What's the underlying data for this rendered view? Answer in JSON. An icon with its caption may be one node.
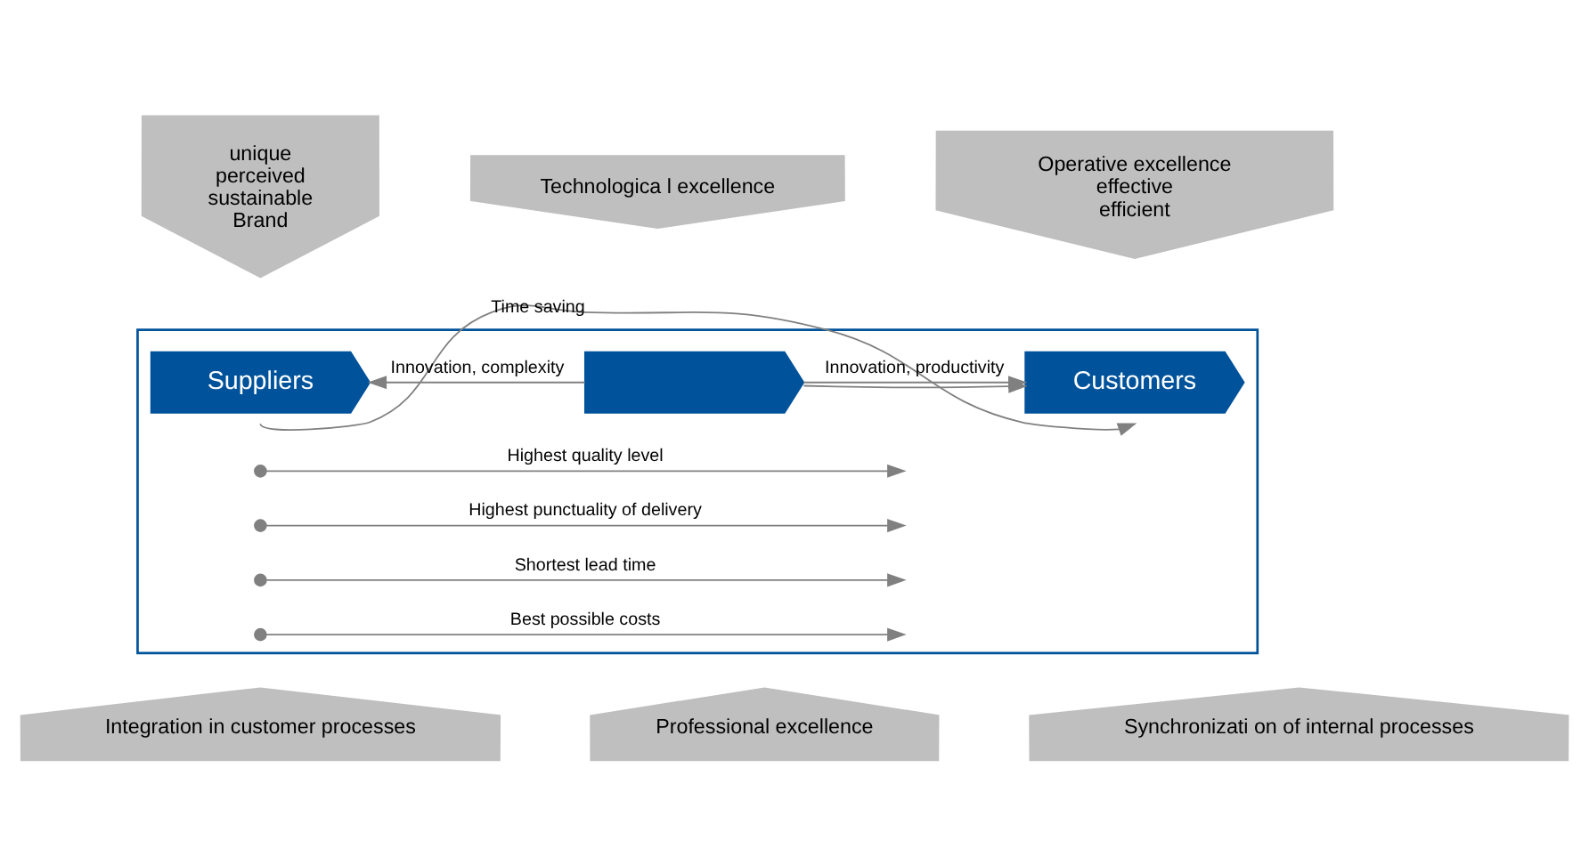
{
  "diagram": {
    "nodes": [
      {
        "text": [],
        "shape": "box"
      },
      {
        "text": [
          "unique",
          "perceived",
          "sustainable",
          "Brand"
        ]
      },
      {
        "text": [
          "Technologica l excellence"
        ]
      },
      {
        "text": [
          "Operative excellence",
          "effective",
          "efficient"
        ]
      },
      {
        "text": [
          "Suppliers"
        ],
        "in": 0
      },
      {
        "text": [],
        "shape": "arrow",
        "in": 0
      },
      {
        "text": [
          "Customers"
        ],
        "in": 0
      },
      {
        "text": [],
        "shape": "circle",
        "in": 0
      },
      {
        "text": [],
        "shape": "circle",
        "in": 0
      },
      {
        "text": [],
        "shape": "circle",
        "in": 0
      },
      {
        "text": [],
        "shape": "circle",
        "in": 0
      },
      {
        "text": [
          "Integration in customer processes"
        ]
      },
      {
        "text": [
          "Professional excellence"
        ]
      },
      {
        "text": [
          "Synchronizati on of internal processes"
        ]
      }
    ],
    "edges": [
      {
        "from": 5,
        "to": 4,
        "arrow": "to",
        "label": "Innovation, complexity"
      },
      {
        "from": 5,
        "to": 6,
        "arrow": "to",
        "label": "Innovation, productivity"
      },
      {
        "from": 4,
        "to": 6,
        "arrow": "to",
        "label": "Time saving"
      },
      {
        "from": 5,
        "to": 6,
        "arrow": "to"
      },
      {
        "from": 7,
        "to": null,
        "arrow": "to",
        "label": "Highest quality level"
      },
      {
        "from": 8,
        "to": null,
        "arrow": "to",
        "label": "Highest punctuality of delivery"
      },
      {
        "from": 9,
        "to": null,
        "arrow": "to",
        "label": "Shortest lead time"
      },
      {
        "from": 10,
        "to": null,
        "arrow": "to",
        "label": "Best possible costs"
      }
    ]
  }
}
